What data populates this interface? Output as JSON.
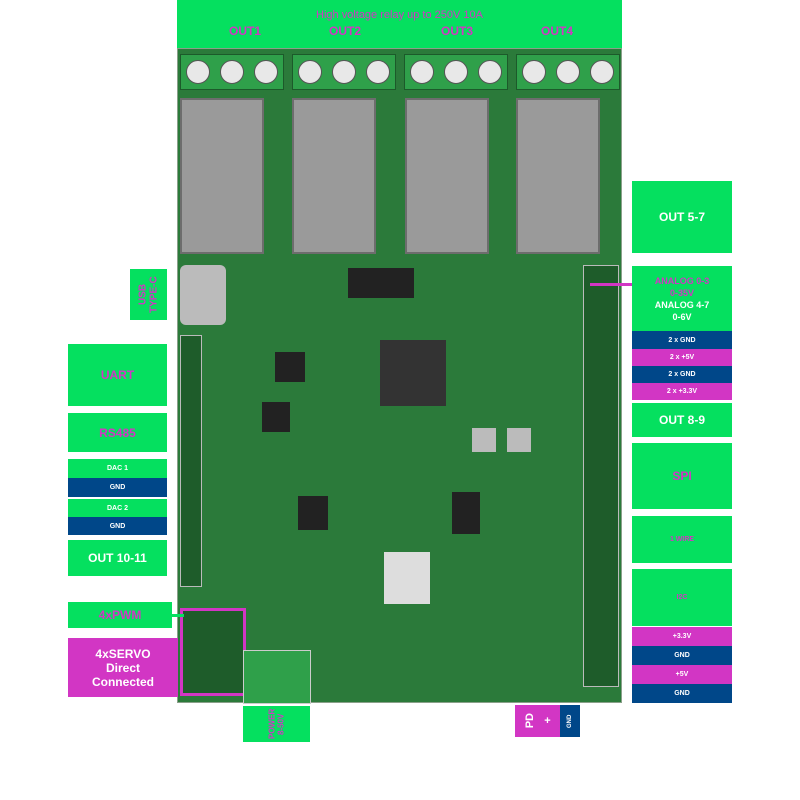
{
  "banner": {
    "title": "High voltage relay up to 250V 10A",
    "outputs": [
      "OUT1",
      "OUT2",
      "OUT3",
      "OUT4"
    ]
  },
  "left": {
    "usb": "USB TYPE-C",
    "uart": "UART",
    "rs485": "RS485",
    "dac1": "DAC 1",
    "gnd1": "GND",
    "dac2": "DAC 2",
    "gnd2": "GND",
    "out1011": "OUT 10-11",
    "pwm": "4xPWM",
    "servo": "4xSERVO Direct Connected"
  },
  "right": {
    "out57": "OUT 5-7",
    "analog03": "ANALOG 0-3",
    "analog03v": "0-35V",
    "analog47": "ANALOG 4-7",
    "analog47v": "0-6V",
    "gnd2a": "2 x GND",
    "v5x2": "2 x +5V",
    "gnd2b": "2 x GND",
    "v33x2": "2 x +3.3V",
    "out89": "OUT 8-9",
    "spi": "SPI",
    "onewire": "1 WIRE",
    "i2c": "I2C",
    "v33": "+3.3V",
    "gnd_a": "GND",
    "v5": "+5V",
    "gnd_b": "GND"
  },
  "bottom": {
    "power": "POWER 8-50V",
    "pd": "PD",
    "plus": "+",
    "gnd": "GND"
  },
  "colors": {
    "green": "#05e05f",
    "magenta": "#d236c4",
    "blue": "#004789",
    "pcb": "#2b7a3a"
  }
}
